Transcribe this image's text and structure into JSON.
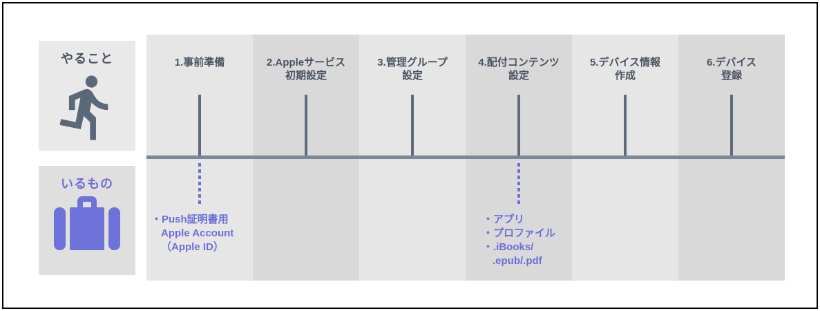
{
  "sidebar": {
    "todo": {
      "label": "やること",
      "icon": "running-person-icon"
    },
    "needs": {
      "label": "いるもの",
      "icon": "briefcase-icon"
    }
  },
  "timeline": {
    "steps": [
      {
        "line1": "1.事前準備",
        "line2": ""
      },
      {
        "line1": "2.Appleサービス",
        "line2": "初期設定"
      },
      {
        "line1": "3.管理グループ",
        "line2": "設定"
      },
      {
        "line1": "4.配付コンテンツ",
        "line2": "設定"
      },
      {
        "line1": "5.デバイス情報",
        "line2": "作成"
      },
      {
        "line1": "6.デバイス",
        "line2": "登録"
      }
    ],
    "requirements": {
      "step1": {
        "lines": [
          "・Push証明書用",
          "Apple Account",
          "（Apple ID）"
        ]
      },
      "step4": {
        "lines": [
          "・アプリ",
          "・プロファイル",
          "・.iBooks/",
          ".epub/.pdf"
        ]
      }
    }
  },
  "colors": {
    "accent_blue": "#6b6fd8",
    "icon_blue": "#6d73d8",
    "header_text": "#4a5362",
    "tick_slate": "#5f6b7a",
    "timeline_slate": "#7c8799",
    "column_light": "#e6e6e6",
    "column_dark": "#d9d9d9",
    "sidebar_todo_bg": "#e9e9e9",
    "sidebar_needs_bg": "#dfdfdf"
  }
}
